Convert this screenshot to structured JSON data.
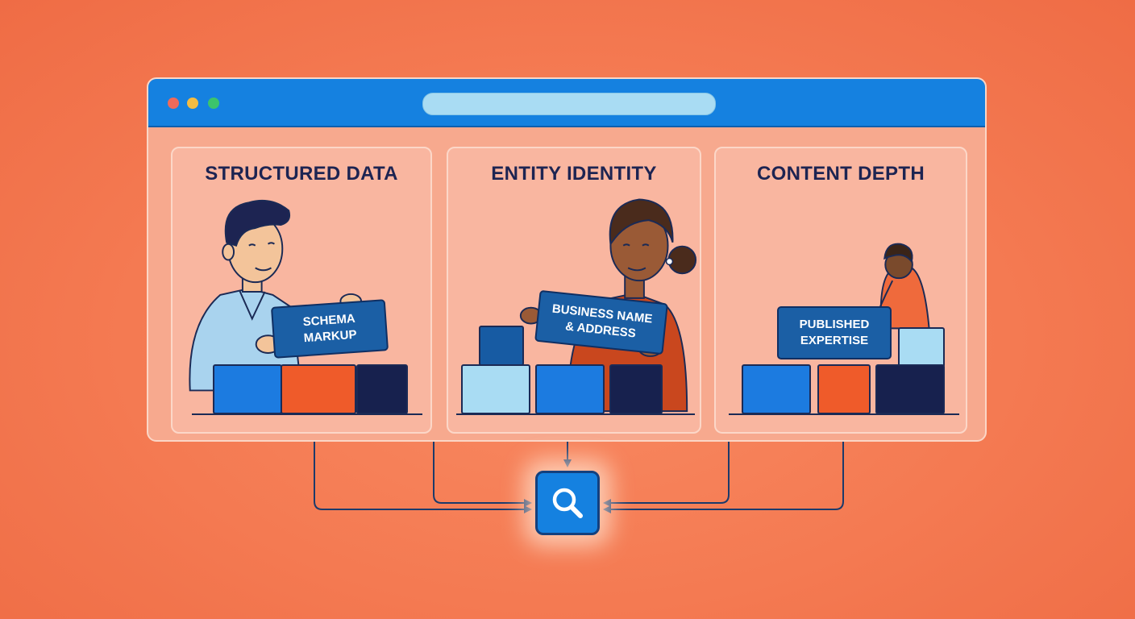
{
  "panels": [
    {
      "title": "STRUCTURED DATA",
      "sign": "SCHEMA\nMARKUP"
    },
    {
      "title": "ENTITY IDENTITY",
      "sign": "BUSINESS NAME\n& ADDRESS"
    },
    {
      "title": "CONTENT DEPTH",
      "sign": "PUBLISHED\nEXPERTISE"
    }
  ],
  "icons": {
    "search": "magnifier-icon"
  },
  "colors": {
    "background": "#f47a52",
    "window_bar": "#1581e0",
    "block_blue": "#1c7be0",
    "block_orange": "#ef5b2a",
    "block_navy": "#17214e",
    "block_light": "#a9dcf3",
    "sign": "#1b5fa5"
  }
}
